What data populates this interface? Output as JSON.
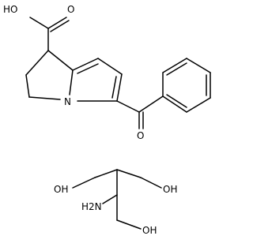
{
  "structure": {
    "ketorolac": {
      "labels": {
        "hydroxyl": "HO",
        "carbonyl_oxygen_acid": "O",
        "nitrogen": "N",
        "ketone_oxygen": "O"
      }
    },
    "tromethamine": {
      "labels": {
        "hydroxyl_left": "OH",
        "hydroxyl_right": "OH",
        "hydroxyl_bottom": "OH",
        "amine": "H2N"
      }
    }
  }
}
